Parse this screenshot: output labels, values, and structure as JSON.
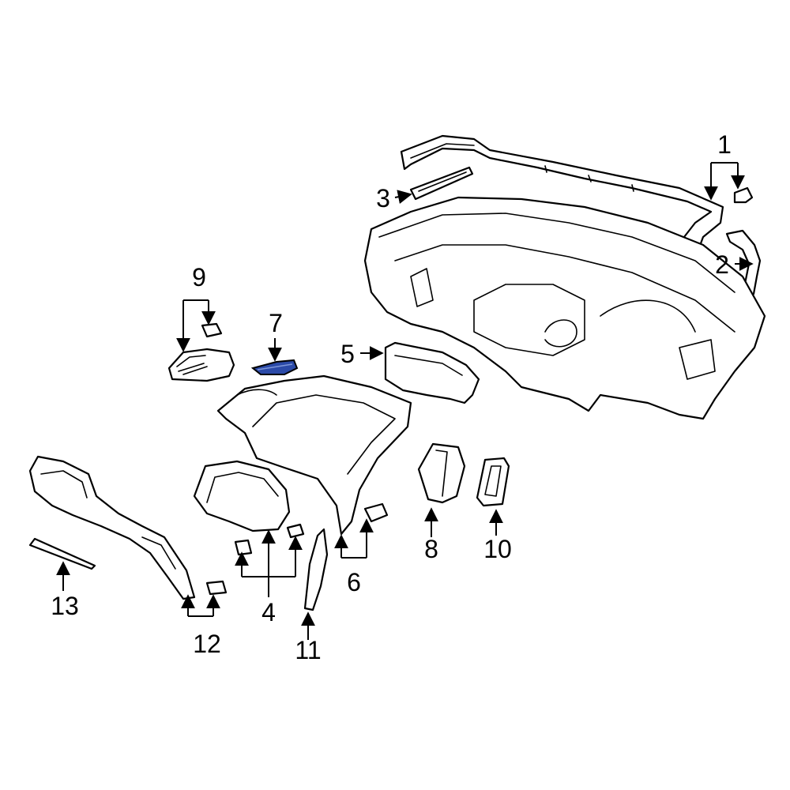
{
  "highlight_color": "#2b4aa8",
  "callouts": [
    {
      "id": "1",
      "text": "1"
    },
    {
      "id": "2",
      "text": "2"
    },
    {
      "id": "3",
      "text": "3"
    },
    {
      "id": "4",
      "text": "4"
    },
    {
      "id": "5",
      "text": "5"
    },
    {
      "id": "6",
      "text": "6"
    },
    {
      "id": "7",
      "text": "7"
    },
    {
      "id": "8",
      "text": "8"
    },
    {
      "id": "9",
      "text": "9"
    },
    {
      "id": "10",
      "text": "10"
    },
    {
      "id": "11",
      "text": "11"
    },
    {
      "id": "12",
      "text": "12"
    },
    {
      "id": "13",
      "text": "13"
    }
  ],
  "highlighted_part": "7"
}
